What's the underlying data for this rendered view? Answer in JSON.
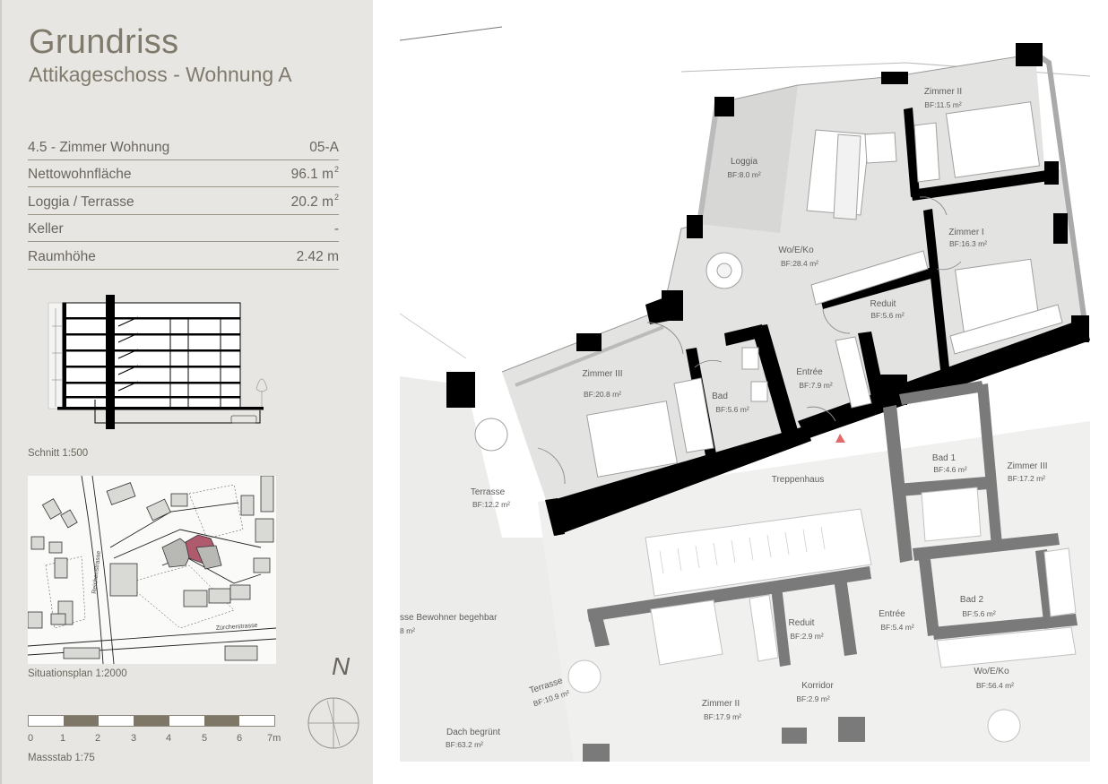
{
  "header": {
    "title": "Grundriss",
    "subtitle": "Attikageschoss - Wohnung A"
  },
  "specs": [
    {
      "label": "4.5 - Zimmer Wohnung",
      "value": "05-A",
      "unit": ""
    },
    {
      "label": "Nettowohnfläche",
      "value": "96.1 m",
      "unit": "2"
    },
    {
      "label": "Loggia / Terrasse",
      "value": "20.2 m",
      "unit": "2"
    },
    {
      "label": "Keller",
      "value": "-",
      "unit": ""
    },
    {
      "label": "Raumhöhe",
      "value": "2.42 m",
      "unit": ""
    }
  ],
  "captions": {
    "section": "Schnitt 1:500",
    "siteplan": "Situationsplan 1:2000",
    "scale": "Massstab 1:75"
  },
  "siteplan": {
    "street_1": "Reichenstrasse",
    "street_2": "Zürcherstrasse"
  },
  "scalebar": {
    "ticks": [
      "0",
      "1",
      "2",
      "3",
      "4",
      "5",
      "6",
      "7m"
    ]
  },
  "north": {
    "label": "N"
  },
  "rooms": {
    "zimmer2_a": {
      "name": "Zimmer II",
      "area": "BF:11.5 m²"
    },
    "loggia": {
      "name": "Loggia",
      "area": "BF:8.0 m²"
    },
    "woeko_a": {
      "name": "Wo/E/Ko",
      "area": "BF:28.4 m²"
    },
    "zimmer1": {
      "name": "Zimmer I",
      "area": "BF:16.3 m²"
    },
    "reduit_a": {
      "name": "Reduit",
      "area": "BF:5.6 m²"
    },
    "zimmer3_a": {
      "name": "Zimmer III",
      "area": "BF:20.8 m²"
    },
    "bad_a": {
      "name": "Bad",
      "area": "BF:5.6 m²"
    },
    "entree_a": {
      "name": "Entrée",
      "area": "BF:7.9 m²"
    },
    "terrasse_a": {
      "name": "Terrasse",
      "area": "BF:12.2 m²"
    },
    "treppenhaus": {
      "name": "Treppenhaus",
      "area": ""
    },
    "bad1": {
      "name": "Bad 1",
      "area": "BF:4.6 m²"
    },
    "zimmer3_b": {
      "name": "Zimmer III",
      "area": "BF:17.2 m²"
    },
    "bad2": {
      "name": "Bad 2",
      "area": "BF:5.6 m²"
    },
    "reduit_b": {
      "name": "Reduit",
      "area": "BF:2.9 m²"
    },
    "entree_b": {
      "name": "Entrée",
      "area": "BF:5.4 m²"
    },
    "bewohner": {
      "name": "sse Bewohner begehbar",
      "area": "8 m²"
    },
    "woeko_b": {
      "name": "Wo/E/Ko",
      "area": "BF:56.4 m²"
    },
    "terrasse_b": {
      "name": "Terrasse",
      "area": "BF:10.9 m²"
    },
    "korridor": {
      "name": "Korridor",
      "area": "BF:2.9 m²"
    },
    "zimmer2_b": {
      "name": "Zimmer II",
      "area": "BF:17.9 m²"
    },
    "dach": {
      "name": "Dach begrünt",
      "area": "BF:63.2 m²"
    }
  },
  "colors": {
    "sidebar": "#e7e6e2",
    "accent_text": "#807a6c",
    "highlight": "#b05a6e",
    "scale_dark": "#7e7667",
    "wall": "#000000",
    "greyed_wall": "#7a7a7a"
  }
}
